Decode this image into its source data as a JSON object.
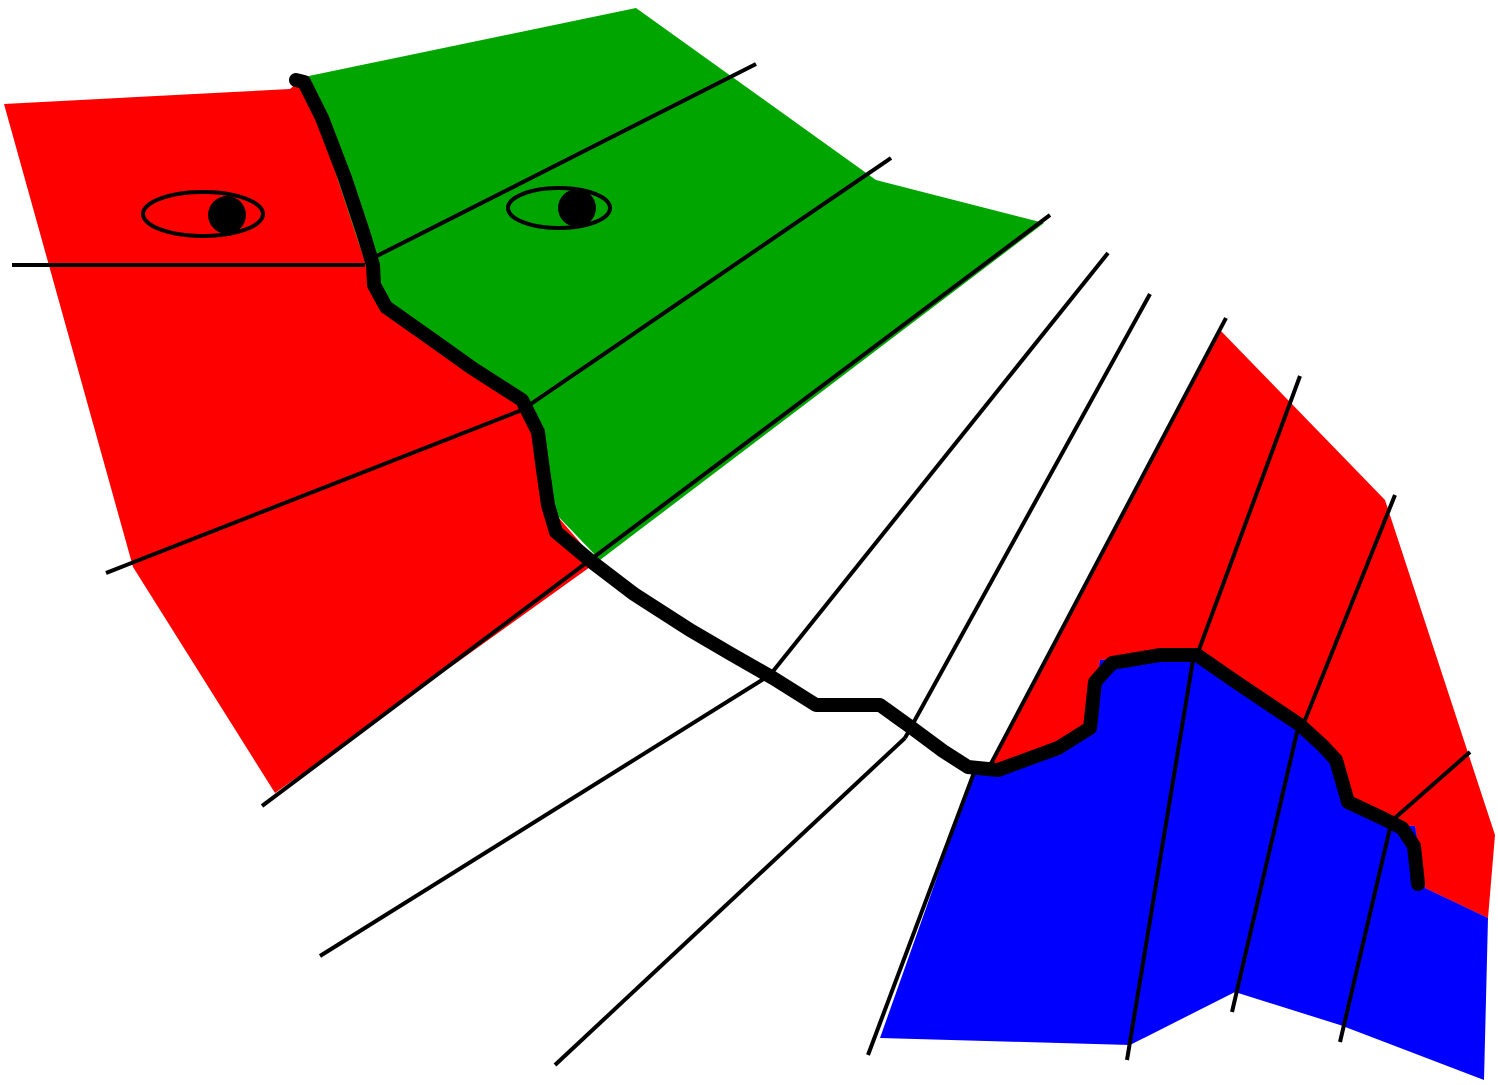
{
  "diagram": {
    "colors": {
      "background": "#ffffff",
      "red_region": "#ff0000",
      "green_region": "#00a500",
      "blue_region": "#0000ff",
      "boundary": "#000000",
      "grid_line": "#000000"
    },
    "regions": [
      {
        "name": "red-region-left",
        "color_key": "red_region"
      },
      {
        "name": "green-region",
        "color_key": "green_region"
      },
      {
        "name": "red-region-right",
        "color_key": "red_region"
      },
      {
        "name": "blue-region",
        "color_key": "blue_region"
      }
    ],
    "markers": [
      {
        "name": "eye-marker-red",
        "icon": "eye-icon"
      },
      {
        "name": "eye-marker-green",
        "icon": "eye-icon"
      }
    ],
    "boundary_icon": "thick-black-boundary-line"
  }
}
